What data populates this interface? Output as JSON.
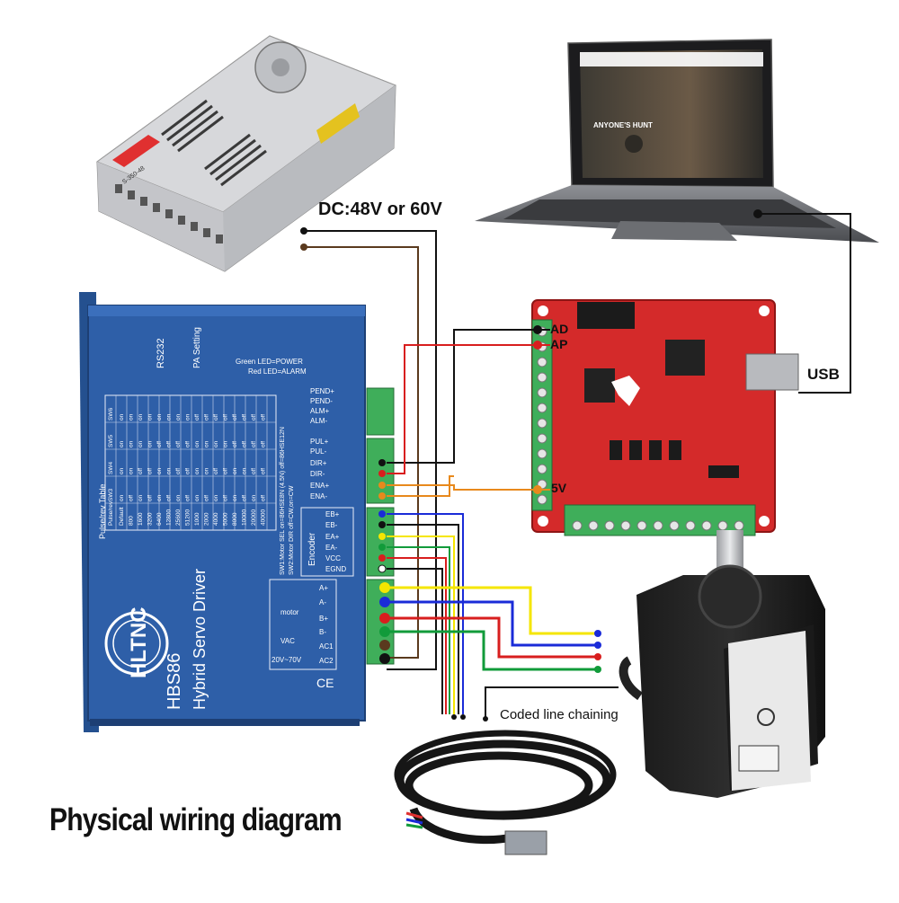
{
  "title": "Physical wiring diagram",
  "labels": {
    "power_voltage": "DC:48V or 60V",
    "usb": "USB",
    "coded_line": "Coded line chaining",
    "ad_pin": "AD",
    "ap_pin": "AP",
    "five_v_pin": "5V"
  },
  "driver": {
    "brand": "HLTNC",
    "model": "HBS86",
    "subtitle": "Hybrid Servo Driver",
    "rs232": "RS232",
    "pa_setting": "PA Setting",
    "green_led": "Green LED=POWER",
    "red_led": "Red LED=ALARM",
    "table_title": "Pulse/rev Table",
    "table_headers": [
      "Pulse/rev",
      "SW3",
      "SW4",
      "SW5",
      "SW6"
    ],
    "table_rows": [
      [
        "Default",
        "on",
        "on",
        "on",
        "on"
      ],
      [
        "800",
        "off",
        "on",
        "on",
        "on"
      ],
      [
        "1600",
        "on",
        "off",
        "on",
        "on"
      ],
      [
        "3200",
        "off",
        "off",
        "on",
        "on"
      ],
      [
        "6400",
        "on",
        "on",
        "off",
        "on"
      ],
      [
        "12800",
        "off",
        "on",
        "off",
        "on"
      ],
      [
        "25600",
        "on",
        "off",
        "off",
        "on"
      ],
      [
        "51200",
        "off",
        "off",
        "off",
        "on"
      ],
      [
        "1000",
        "on",
        "on",
        "on",
        "off"
      ],
      [
        "2000",
        "off",
        "on",
        "on",
        "off"
      ],
      [
        "4000",
        "on",
        "off",
        "on",
        "off"
      ],
      [
        "5000",
        "off",
        "off",
        "on",
        "off"
      ],
      [
        "8000",
        "on",
        "on",
        "off",
        "off"
      ],
      [
        "10000",
        "off",
        "on",
        "off",
        "off"
      ],
      [
        "20000",
        "on",
        "off",
        "off",
        "off"
      ],
      [
        "40000",
        "off",
        "off",
        "off",
        "off"
      ]
    ],
    "sw1_note": "SW1:Motor SEL on=86HSE8N (4.5N) off=86HSE12N",
    "sw2_note": "SW2:Motor DIR off=CW,on=CW",
    "signal_pins": [
      "PEND+",
      "PEND-",
      "ALM+",
      "ALM-",
      "PUL+",
      "PUL-",
      "DIR+",
      "DIR-",
      "ENA+",
      "ENA-"
    ],
    "encoder_label": "Encoder",
    "encoder_pins": [
      "EB+",
      "EB-",
      "EA+",
      "EA-",
      "VCC",
      "EGND"
    ],
    "motor_label": "motor",
    "motor_pins": [
      "A+",
      "A-",
      "B+",
      "B-"
    ],
    "vac_label": "VAC",
    "vac_range": "20V~70V",
    "vac_pins": [
      "AC1",
      "AC2"
    ],
    "ce_mark": "CE"
  },
  "psu": {
    "model": "S-350-48"
  },
  "laptop": {
    "screen_text": "ANYONE'S HUNT"
  },
  "wires": {
    "colors": {
      "black": "#111111",
      "brown": "#5a3a1e",
      "red": "#d81e1e",
      "orange": "#e8891c",
      "blue": "#1a2bd8",
      "yellow": "#f5e600",
      "green": "#119b3a",
      "teal": "#1aa0a0"
    }
  },
  "colors": {
    "driver_blue": "#2e5fa8",
    "board_red": "#d42a2a",
    "terminal_green": "#3fae5a"
  }
}
